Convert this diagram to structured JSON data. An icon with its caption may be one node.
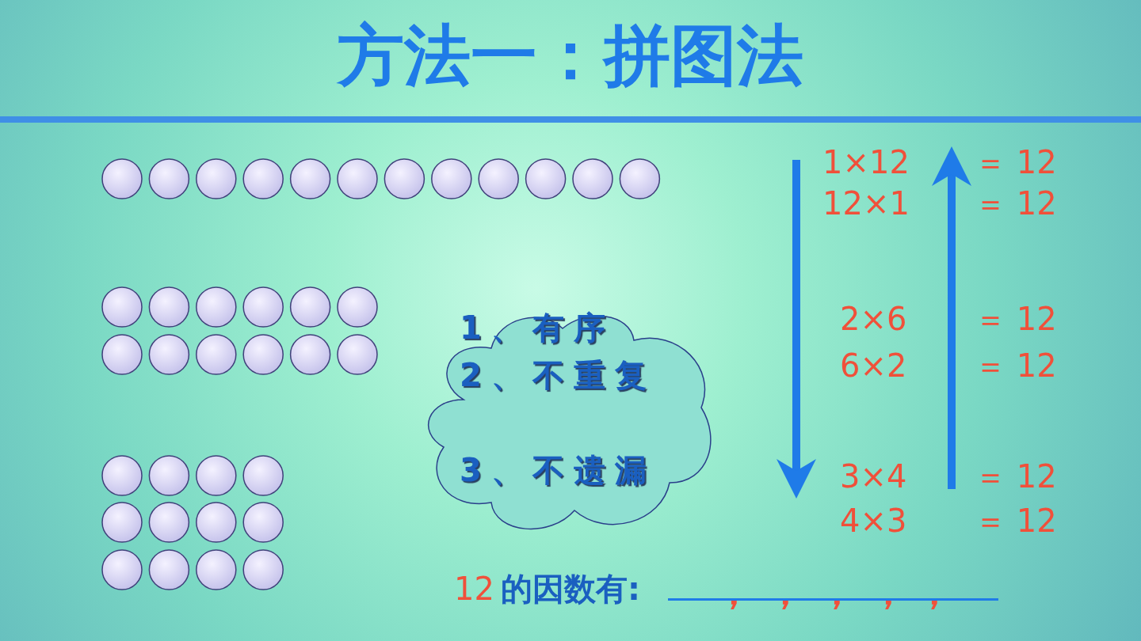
{
  "diagram": {
    "title": "方法一：拼图法",
    "nodes": [
      {
        "text": [
          "1、有序",
          "2、不重复",
          "3、不遗漏"
        ]
      }
    ],
    "labels": [
      "1×12",
      "＝ 12",
      "12×1",
      "＝ 12",
      "2×6",
      "＝ 12",
      "6×2",
      "＝ 12",
      "3×4",
      "＝ 12",
      "4×3",
      "＝ 12",
      "12",
      "的因数有:",
      "，",
      "，",
      "，",
      "，",
      "，"
    ]
  }
}
